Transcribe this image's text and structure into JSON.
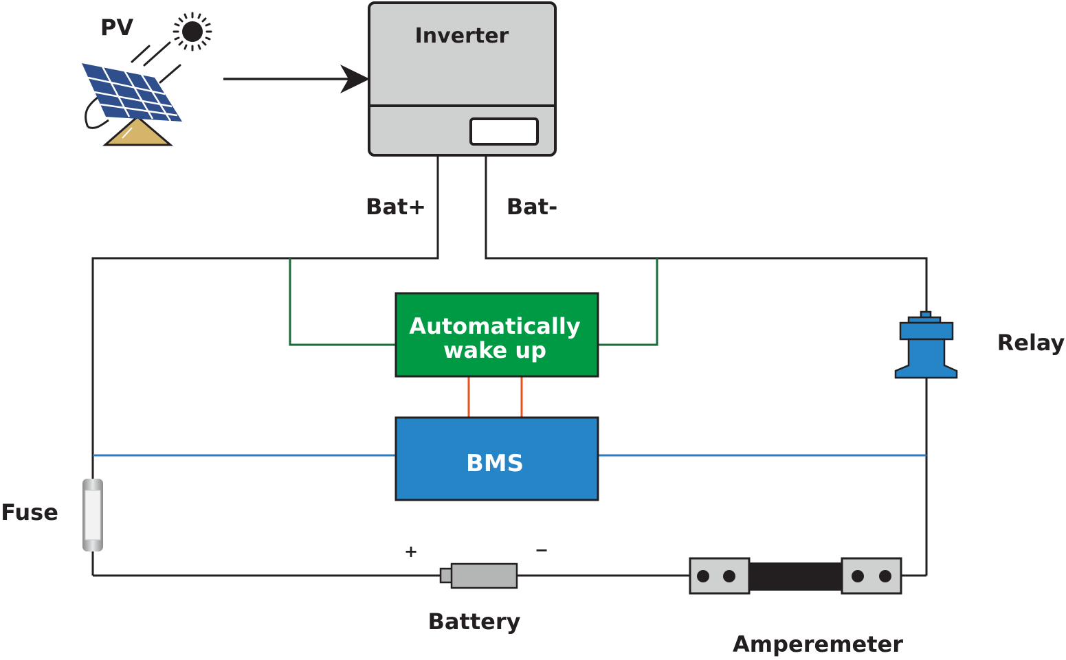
{
  "labels": {
    "pv": "PV",
    "inverter": "Inverter",
    "bat_plus": "Bat+",
    "bat_minus": "Bat-",
    "wake_line1": "Automatically",
    "wake_line2": "wake up",
    "bms": "BMS",
    "relay": "Relay",
    "fuse": "Fuse",
    "battery": "Battery",
    "plus": "+",
    "minus": "−",
    "amperemeter": "Amperemeter"
  },
  "colors": {
    "wire": "#231f20",
    "inverter_body": "#cfd0d0",
    "wake_box": "#009a44",
    "wake_wire": "#1a6b3c",
    "bms_box": "#2685c7",
    "bms_wire": "#2c7bbf",
    "signal_wire": "#e8531f",
    "relay": "#2685c7",
    "battery": "#b4b5b5",
    "meter_block": "#cfd0d0",
    "solar_panel": "#2e4f8c",
    "panel_base": "#d4b56a"
  },
  "icons": {
    "sun": "sun-icon",
    "solar_panel": "solar-panel-icon",
    "relay": "relay-icon",
    "fuse": "fuse-icon",
    "battery": "battery-icon",
    "amperemeter": "amperemeter-icon"
  }
}
